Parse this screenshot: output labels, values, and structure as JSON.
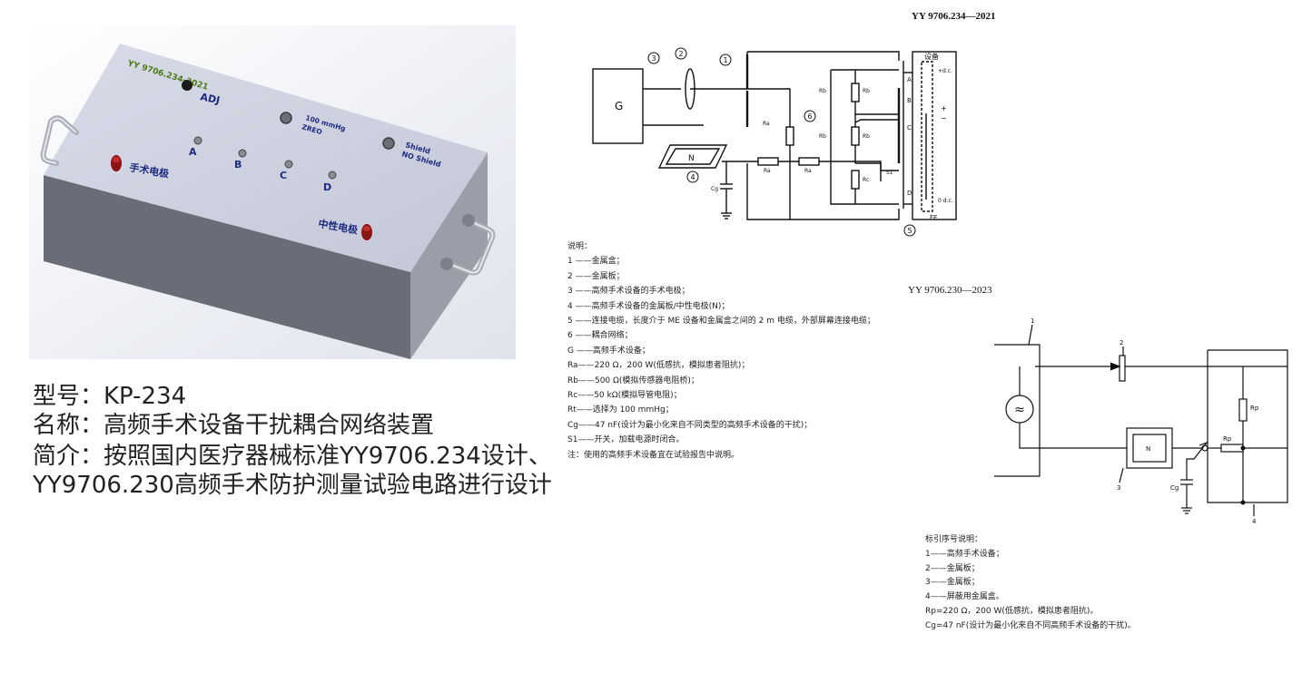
{
  "device": {
    "standard_text": "YY 9706.234-2021",
    "adj_label": "ADJ",
    "zero_label_1": "100 mmHg",
    "zero_label_2": "ZREO",
    "shield_label_1": "Shield",
    "shield_label_2": "NO Shield",
    "ports": [
      "A",
      "B",
      "C",
      "D"
    ],
    "surgical_electrode_label": "手术电极",
    "neutral_electrode_label": "中性电极",
    "colors": {
      "top": "#cdd0de",
      "front": "#6a6c78",
      "side": "#9b9ea9",
      "jack": "#8b1414",
      "label": "#1d2a80"
    }
  },
  "info": {
    "model": "型号：KP-234",
    "name": "名称：高频手术设备干扰耦合网络装置",
    "intro_line1": "简介：按照国内医疗器械标准YY9706.234设计、",
    "intro_line2": "YY9706.230高频手术防护测量试验电路进行设计"
  },
  "figure1": {
    "standard": "YY 9706.234—2021",
    "g_label": "G",
    "n_label": "N",
    "equipment_label": "设备",
    "dc_top": "+d.c.",
    "dc_bottom": "0 d.c.",
    "fe_label": "FE",
    "plus": "+",
    "minus": "−",
    "sections": [
      "A",
      "B",
      "C",
      "D"
    ],
    "callouts": [
      "1",
      "2",
      "3",
      "4",
      "5",
      "6"
    ],
    "components": {
      "ra": "Ra",
      "rb": "Rb",
      "rc": "Rc",
      "cg": "Cg",
      "s1": "S1"
    },
    "legend_title": "说明：",
    "legend": [
      "1  ——金属盒；",
      "2  ——金属板；",
      "3  ——高频手术设备的手术电极；",
      "4  ——高频手术设备的金属板/中性电极(N)；",
      "5  ——连接电缆，长度介于 ME 设备和金属盒之间的 2 m 电缆，外部屏幕连接电缆；",
      "6  ——耦合网络；",
      "G  ——高频手术设备；",
      "Ra——220 Ω，200 W(低感抗，模拟患者阻抗)；",
      "Rb——500 Ω(模拟传感器电阻桥)；",
      "Rc——50 kΩ(模拟导管电阻)；",
      "Rt——选择为 100 mmHg；",
      "Cg——47 nF(设计为最小化来自不同类型的高频手术设备的干扰)；",
      "S1——开关，加载电源时闭合。",
      "注：使用的高频手术设备宜在试验报告中说明。"
    ]
  },
  "figure2": {
    "standard": "YY  9706.230—2023",
    "n_label": "N",
    "source_symbol": "≈",
    "callouts": [
      "1",
      "2",
      "3",
      "4"
    ],
    "components": {
      "rp": "Rp",
      "cg": "Cg"
    },
    "legend_title": "标引序号说明：",
    "legend": [
      "1——高频手术设备；",
      "2——金属板；",
      "3——金属板；",
      "4——屏蔽用金属盒。",
      "Rp=220 Ω，200 W(低感抗，模拟患者阻抗)。",
      "Cg=47 nF(设计为最小化来自不同高频手术设备的干扰)。"
    ]
  }
}
